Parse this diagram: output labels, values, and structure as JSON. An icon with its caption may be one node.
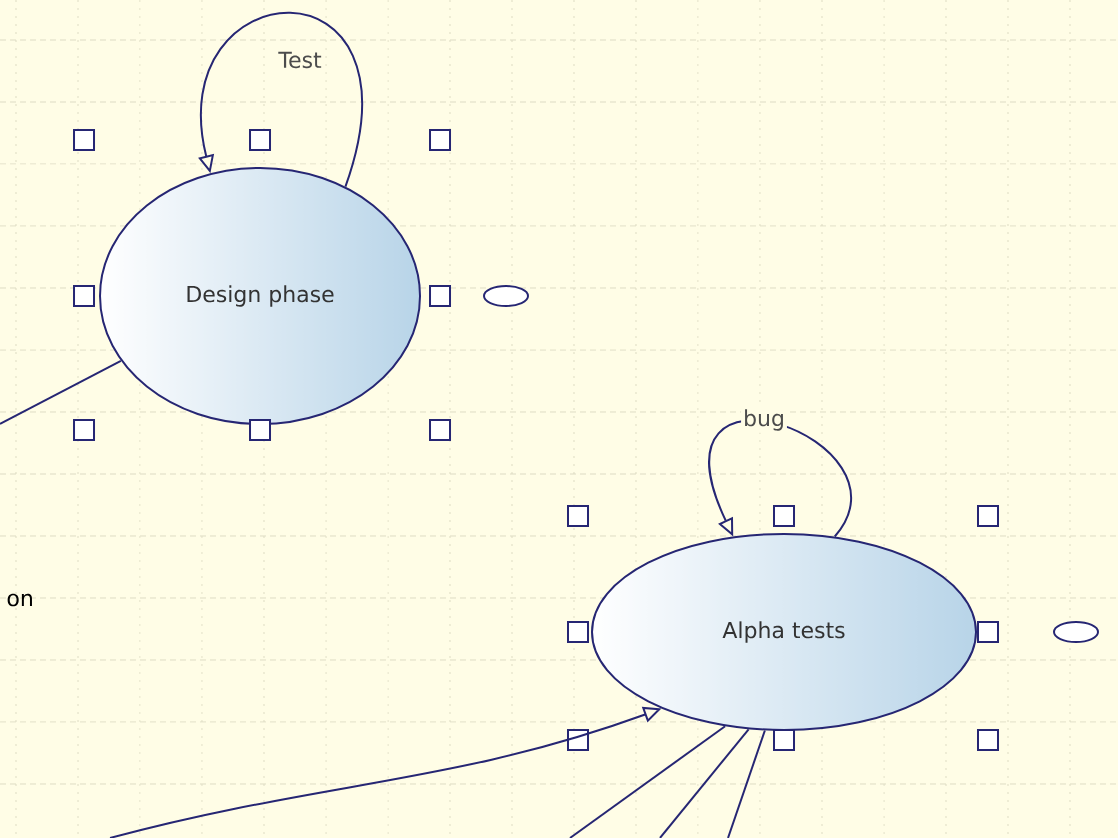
{
  "diagram": {
    "nodes": [
      {
        "text": [
          "Design phase"
        ]
      },
      {
        "text": [
          "Alpha tests"
        ]
      }
    ],
    "edges": [
      {
        "from": 0,
        "to": 0,
        "arrow": "to",
        "label": "Test"
      },
      {
        "from": 1,
        "to": 1,
        "arrow": "to",
        "label": "bug"
      },
      {
        "from": null,
        "to": 0,
        "arrow": "none"
      },
      {
        "from": null,
        "to": 1,
        "arrow": "to"
      },
      {
        "from": 1,
        "to": null,
        "arrow": "none"
      },
      {
        "from": 1,
        "to": null,
        "arrow": "none"
      },
      {
        "from": 1,
        "to": null,
        "arrow": "none"
      }
    ],
    "labels": [
      "on"
    ]
  }
}
